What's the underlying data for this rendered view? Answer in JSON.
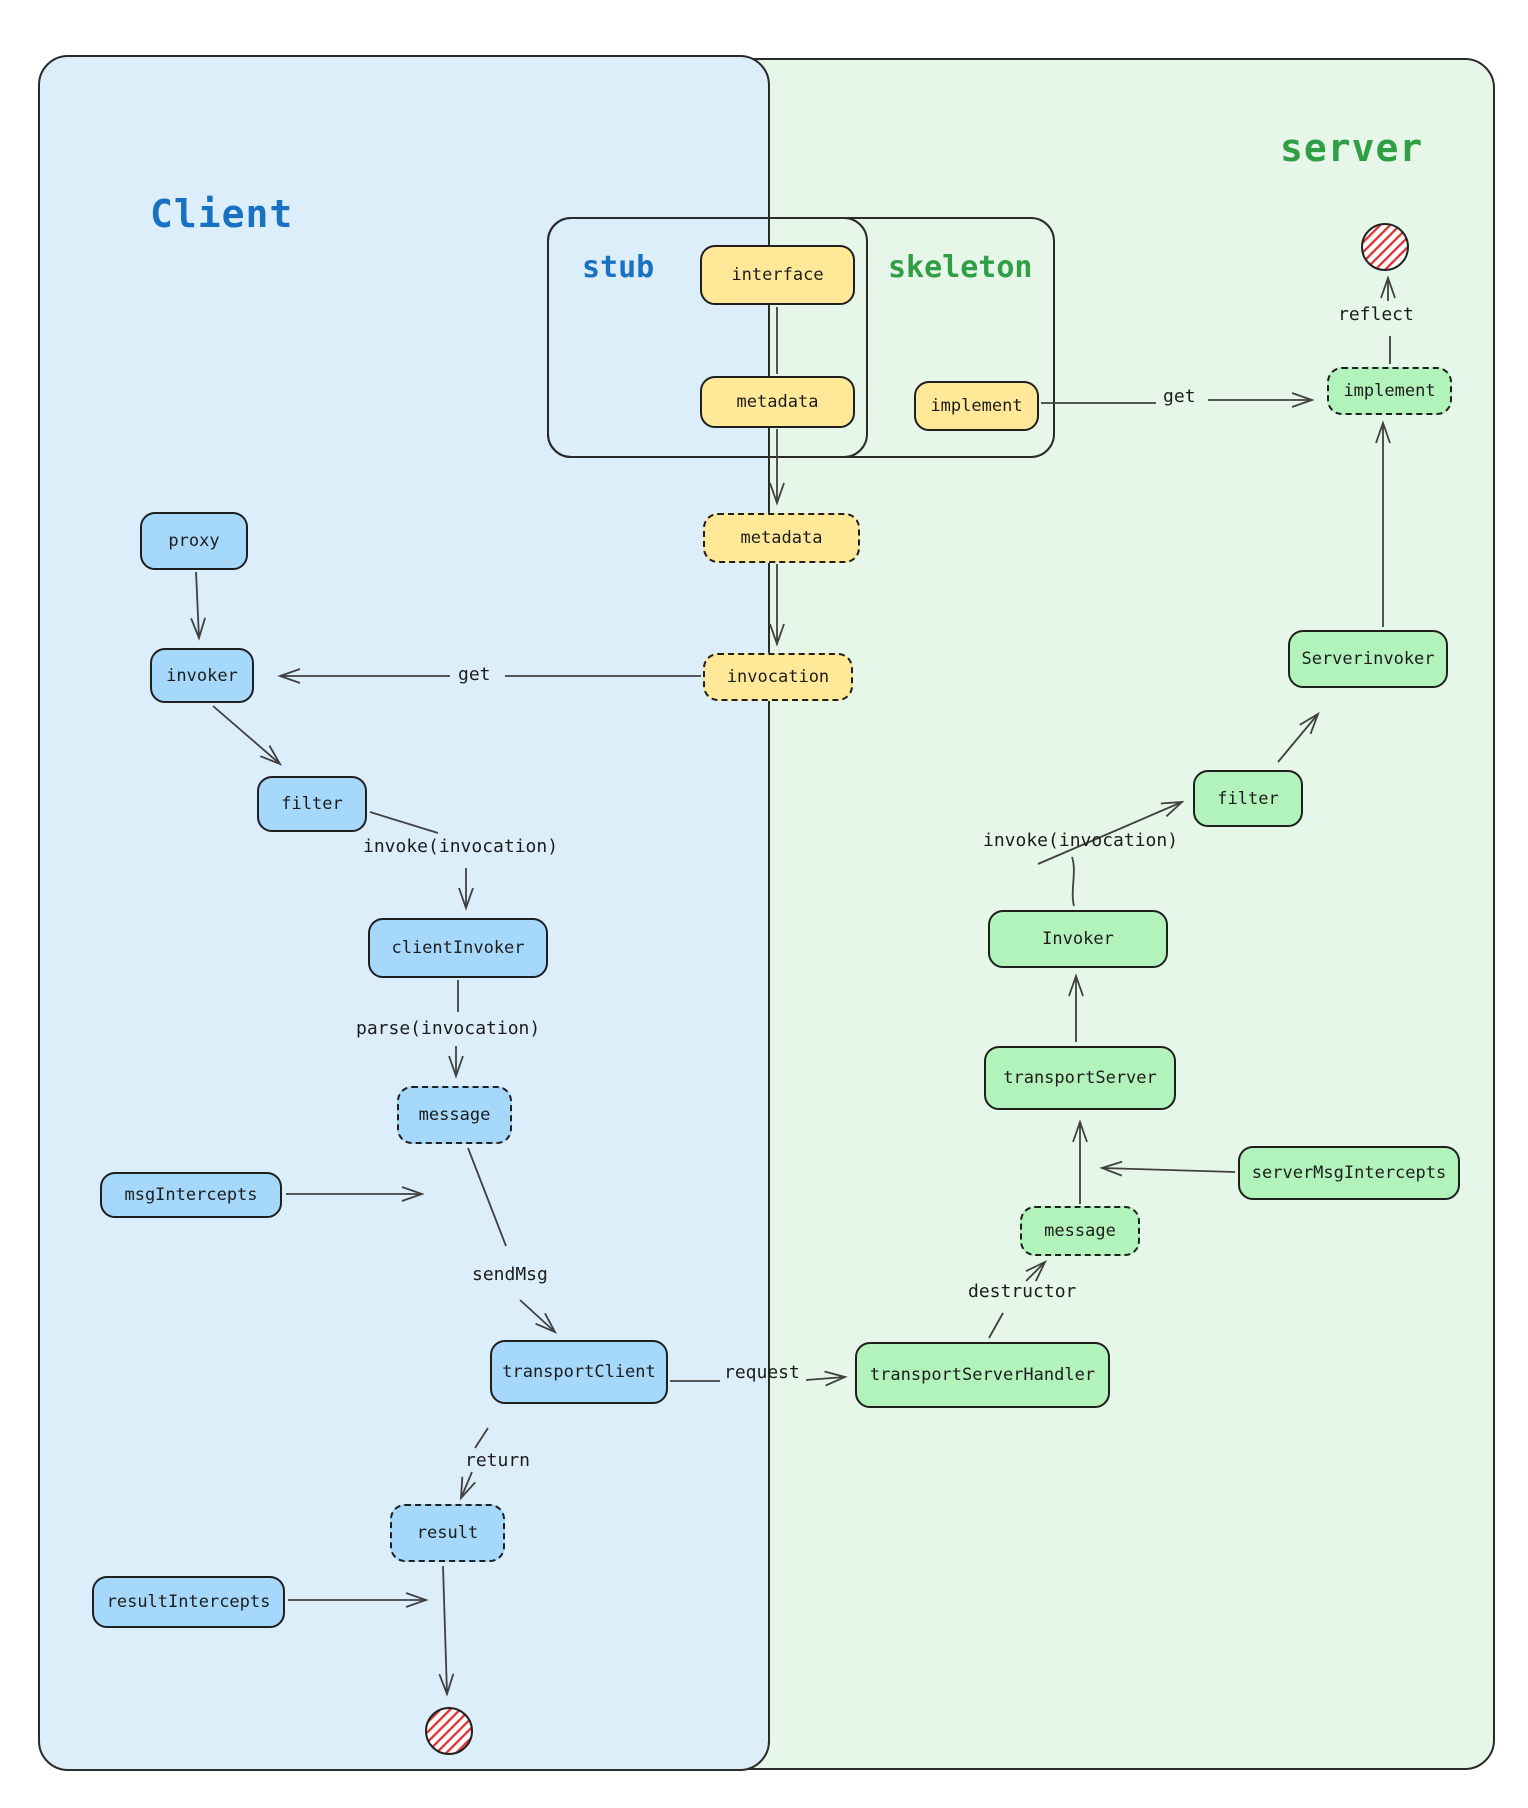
{
  "panels": {
    "client": {
      "title": "Client"
    },
    "server": {
      "title": "server"
    }
  },
  "groups": {
    "stub": "stub",
    "skeleton": "skeleton"
  },
  "nodes": {
    "proxy": "proxy",
    "invoker": "invoker",
    "filter_client": "filter",
    "client_invoker": "clientInvoker",
    "message_client": "message",
    "msg_intercepts": "msgIntercepts",
    "transport_client": "transportClient",
    "result": "result",
    "result_intercepts": "resultIntercepts",
    "interface": "interface",
    "metadata": "metadata",
    "implement_stub": "implement",
    "metadata_copy": "metadata",
    "invocation": "invocation",
    "implement_server": "implement",
    "server_invoker": "Serverinvoker",
    "filter_server": "filter",
    "invoker_server": "Invoker",
    "transport_server": "transportServer",
    "server_msg_intercepts": "serverMsgIntercepts",
    "message_server": "message",
    "transport_server_handler": "transportServerHandler"
  },
  "edge_labels": {
    "get_left": "get",
    "invoke_client": "invoke(invocation)",
    "parse": "parse(invocation)",
    "send_msg": "sendMsg",
    "return": "return",
    "request": "request",
    "get_right": "get",
    "reflect": "reflect",
    "invoke_server": "invoke(invocation)",
    "destructor": "destructor"
  },
  "colors": {
    "client_title": "#1971c2",
    "server_title": "#2f9e44",
    "client_panel_bg": "#ddeefb",
    "server_panel_bg": "#e6f6e9",
    "blue_node": "#a5d8fa",
    "green_node": "#b2f2bb",
    "yellow_node": "#ffe999",
    "line": "#404040",
    "terminal_hatch": "#e03131"
  }
}
